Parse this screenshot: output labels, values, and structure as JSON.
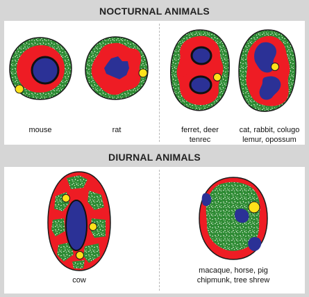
{
  "sections": {
    "nocturnal": {
      "title": "NOCTURNAL ANIMALS"
    },
    "diurnal": {
      "title": "DIURNAL ANIMALS"
    }
  },
  "cells": {
    "mouse": {
      "line1": "mouse",
      "line2": ""
    },
    "rat": {
      "line1": "rat",
      "line2": ""
    },
    "ferret": {
      "line1": "ferret, deer",
      "line2": "tenrec"
    },
    "cat": {
      "line1": "cat, rabbit, colugo",
      "line2": "lemur, opossum"
    },
    "cow": {
      "line1": "cow",
      "line2": ""
    },
    "macaque": {
      "line1": "macaque, horse, pig",
      "line2": "chipmunk, tree shrew"
    }
  },
  "colors": {
    "background": "#d6d6d6",
    "panel": "#ffffff",
    "heterochromatin_green": "#2e8b34",
    "nuclear_red": "#ee1c24",
    "chromocenter_blue": "#2b3196",
    "nucleolus_yellow": "#ffe21a",
    "outline": "#1a1a1a"
  }
}
